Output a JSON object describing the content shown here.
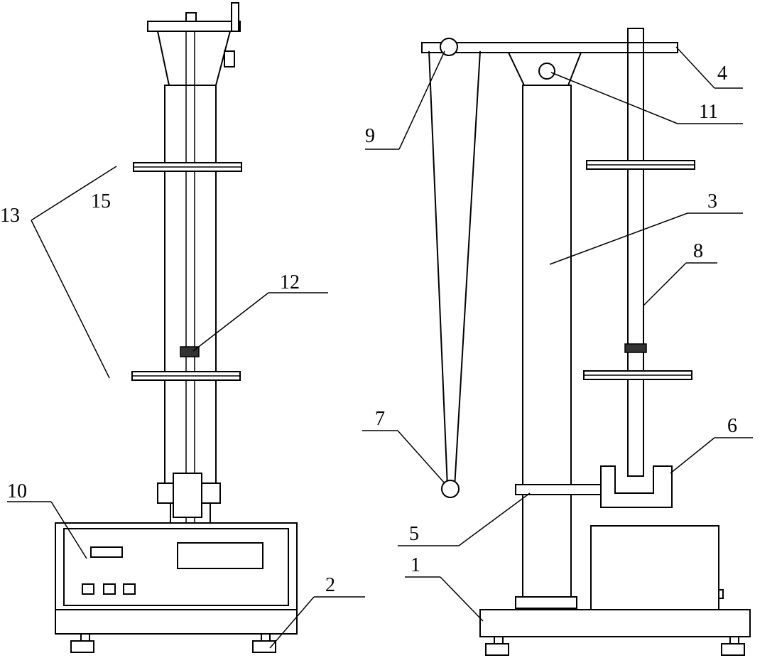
{
  "figure": {
    "labels": {
      "base": "1",
      "foot": "2",
      "column": "3",
      "top_beam": "4",
      "support_arm": "5",
      "clamp_holder": "6",
      "pendulum_bob": "7",
      "sample_rod": "8",
      "pivot": "9",
      "control_box": "10",
      "knob": "11",
      "rod_clamp": "12",
      "guide_plates": "13",
      "plate_gap": "15"
    }
  }
}
